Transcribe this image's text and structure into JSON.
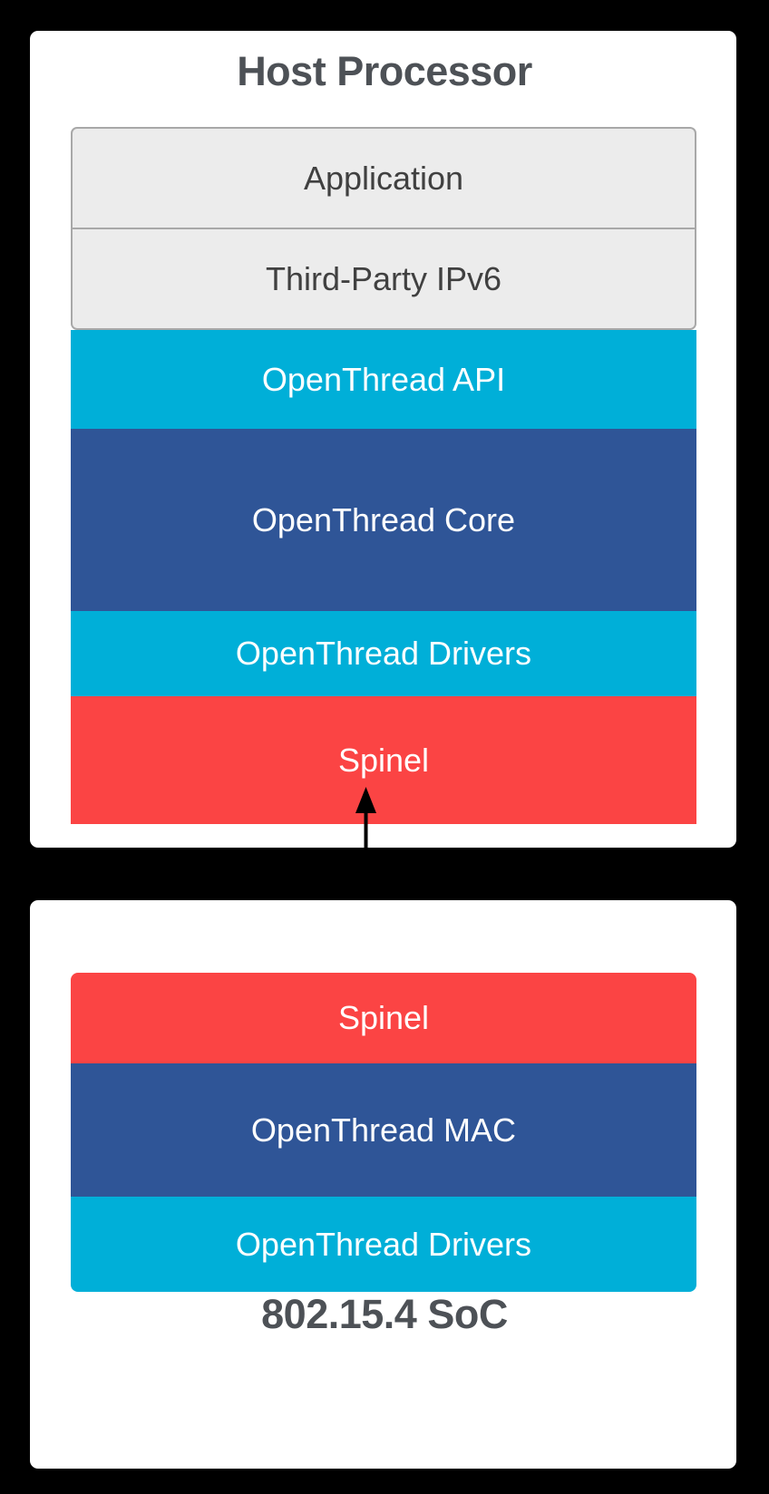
{
  "diagram": {
    "type": "layered-architecture",
    "title_top": "Host Processor",
    "title_bottom": "802.15.4 SoC",
    "colors": {
      "background": "#000000",
      "panel": "#ffffff",
      "title_text": "#4d5156",
      "gray_fill": "#ECECEC",
      "gray_border": "#A8A8A8",
      "gray_text": "#404040",
      "cyan": "#00AFD8",
      "blue": "#2F5597",
      "red": "#FB4444",
      "band_text": "#ffffff",
      "arrow": "#000000"
    }
  },
  "host_panel": {
    "title": "Host Processor",
    "layers": [
      {
        "label": "Application",
        "style": "gray"
      },
      {
        "label": "Third-Party IPv6",
        "style": "gray"
      },
      {
        "label": "OpenThread API",
        "style": "cyan"
      },
      {
        "label": "OpenThread Core",
        "style": "blue"
      },
      {
        "label": "OpenThread Drivers",
        "style": "cyan"
      },
      {
        "label": "Spinel",
        "style": "red"
      }
    ]
  },
  "soc_panel": {
    "title": "802.15.4 SoC",
    "layers": [
      {
        "label": "Spinel",
        "style": "red"
      },
      {
        "label": "OpenThread MAC",
        "style": "blue"
      },
      {
        "label": "OpenThread Drivers",
        "style": "cyan"
      }
    ]
  },
  "connector": {
    "name": "spinel-link",
    "direction": "bidirectional",
    "label": ""
  }
}
